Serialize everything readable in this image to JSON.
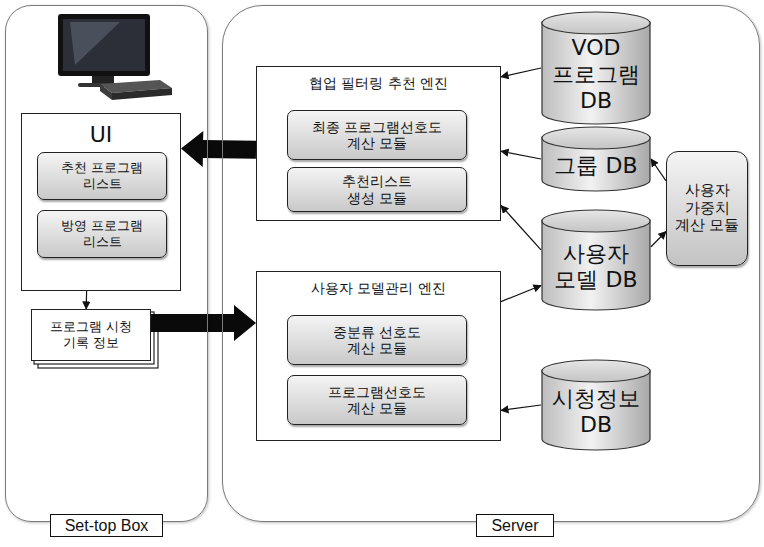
{
  "diagram": {
    "nodes": [
      {
        "text": [
          "Set-top Box"
        ]
      },
      {
        "text": [
          "UI"
        ],
        "in": 0
      },
      {
        "text": [
          "추천 프로그램 리스트"
        ],
        "in": 1
      },
      {
        "text": [
          "방영 프로그램 리스트"
        ],
        "in": 1
      },
      {
        "text": [
          "프로그램 시청 기록 정보"
        ],
        "in": 0
      },
      {
        "text": [
          "Server"
        ]
      },
      {
        "text": [
          "협업 필터링 추천 엔진"
        ],
        "in": 5
      },
      {
        "text": [
          "최종 프로그램선호도 계산 모듈"
        ],
        "in": 6
      },
      {
        "text": [
          "추천리스트 생성 모듈"
        ],
        "in": 6
      },
      {
        "text": [
          "VOD 프로그램 DB"
        ],
        "in": 5
      },
      {
        "text": [
          "그룹 DB"
        ],
        "in": 5
      },
      {
        "text": [
          "사용자 가중치 계산 모듈"
        ],
        "in": 5
      },
      {
        "text": [
          "사용자 모델 DB"
        ],
        "in": 5
      },
      {
        "text": [
          "사용자 모델관리 엔진"
        ],
        "in": 5
      },
      {
        "text": [
          "중분류 선호도 계산 모듈"
        ],
        "in": 13
      },
      {
        "text": [
          "프로그램선호도 계산 모듈"
        ],
        "in": 13
      },
      {
        "text": [
          "시청정보 DB"
        ],
        "in": 5
      }
    ],
    "edges": [
      {
        "from": 1,
        "to": 4,
        "arrow": "to"
      },
      {
        "from": 6,
        "to": 1,
        "arrow": "to"
      },
      {
        "from": 4,
        "to": 13,
        "arrow": "to"
      },
      {
        "from": 9,
        "to": 6,
        "arrow": "to"
      },
      {
        "from": 10,
        "to": 6,
        "arrow": "to"
      },
      {
        "from": 12,
        "to": 6,
        "arrow": "to"
      },
      {
        "from": 13,
        "to": 12,
        "arrow": "to"
      },
      {
        "from": 16,
        "to": 13,
        "arrow": "to"
      },
      {
        "from": 12,
        "to": 11,
        "arrow": "to"
      },
      {
        "from": 11,
        "to": 10,
        "arrow": "to"
      }
    ]
  }
}
